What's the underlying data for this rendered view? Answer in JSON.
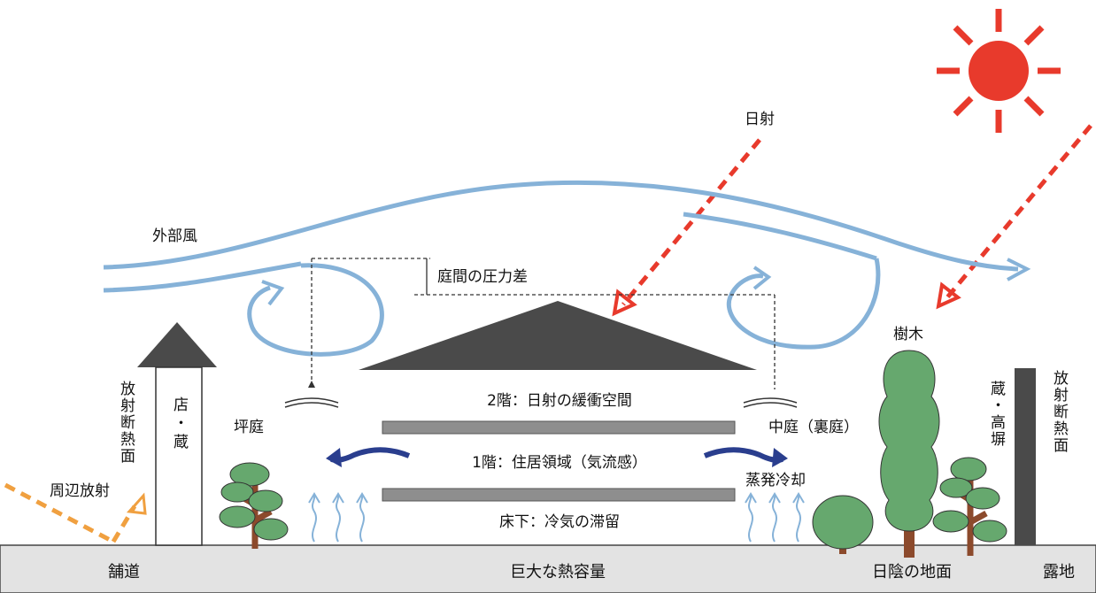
{
  "labels": {
    "sunlight": "日射",
    "external_wind": "外部風",
    "pressure_difference": "庭間の圧力差",
    "trees": "樹木",
    "radiation_insulation_left": "放射断熱面",
    "radiation_insulation_right": "放射断熱面",
    "shop_storehouse": "店・蔵",
    "storehouse_wall": "蔵・高塀",
    "front_garden": "坪庭",
    "back_garden": "中庭（裏庭）",
    "second_floor": "2階：日射の緩衝空間",
    "first_floor": "1階：住居領域（気流感）",
    "underfloor": "床下：冷気の滞留",
    "evaporative_cooling": "蒸発冷却",
    "ambient_radiation": "周辺放射",
    "pavement": "舗道",
    "thermal_capacity": "巨大な熱容量",
    "shaded_ground": "日陰の地面",
    "open_ground": "露地"
  },
  "colors": {
    "sun": "#e83a2c",
    "sun_ray": "#e83a2c",
    "wind": "#86b2d8",
    "roof": "#4a4a4a",
    "floor_slab": "#8e8e8e",
    "tree_foliage": "#66a86e",
    "tree_trunk": "#8c4a2c",
    "heat_arrow": "#2a3e8e",
    "radiation_arrow": "#f0a040",
    "ground": "#e3e3e3"
  }
}
